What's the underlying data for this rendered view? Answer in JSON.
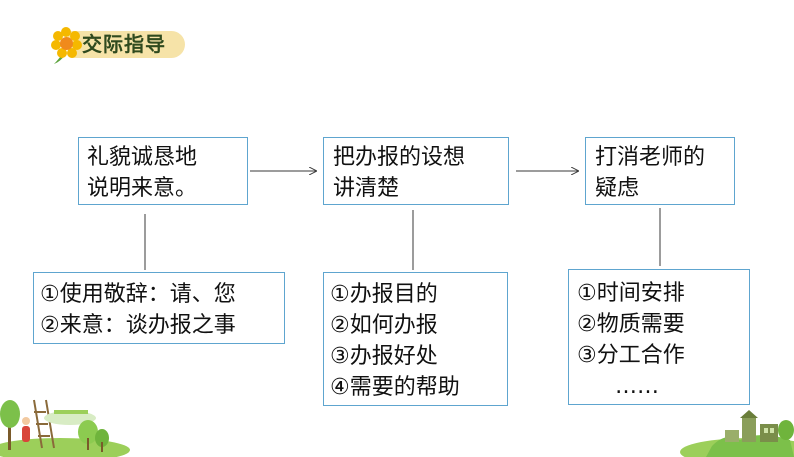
{
  "header": {
    "badge_label": "交际指导"
  },
  "flow": {
    "top": [
      {
        "lines": [
          "礼貌诚恳地",
          "说明来意。"
        ]
      },
      {
        "lines": [
          "把办报的设想",
          "讲清楚"
        ]
      },
      {
        "lines": [
          "打消老师的",
          "疑虑"
        ]
      }
    ],
    "details": [
      {
        "lines": [
          "①使用敬辞：请、您",
          "②来意：谈办报之事"
        ]
      },
      {
        "lines": [
          "①办报目的",
          "②如何办报",
          "③办报好处",
          "④需要的帮助"
        ]
      },
      {
        "lines": [
          "①时间安排",
          "②物质需要",
          "③分工合作",
          "……"
        ]
      }
    ]
  },
  "colors": {
    "box_border": "#5ea5cf",
    "connector": "#3a3a3a",
    "badge_bg": "#f6e3a8",
    "badge_text": "#2f4a1e",
    "flower": "#f5b800"
  },
  "icons": [
    "sunflower-icon",
    "right-arrow-icon",
    "park-scene-icon",
    "village-scene-icon"
  ]
}
